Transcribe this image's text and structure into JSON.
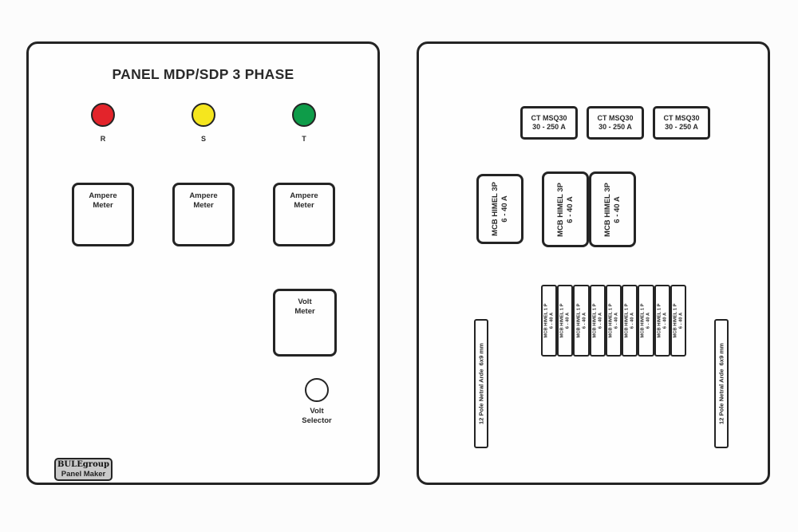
{
  "colors": {
    "line": "#242424",
    "lamp_red": "#e3242b",
    "lamp_yellow": "#f5e61e",
    "lamp_green": "#0e9c49",
    "badge_bg": "#c9c9c9"
  },
  "left_panel": {
    "title": "PANEL MDP/SDP 3 PHASE",
    "indicators": [
      {
        "label": "R",
        "color": "#e3242b"
      },
      {
        "label": "S",
        "color": "#f5e61e"
      },
      {
        "label": "T",
        "color": "#0e9c49"
      }
    ],
    "ampere_meters": [
      {
        "label": "Ampere Meter"
      },
      {
        "label": "Ampere Meter"
      },
      {
        "label": "Ampere Meter"
      }
    ],
    "volt_meter": {
      "label": "Volt Meter"
    },
    "volt_selector": {
      "label": "Volt Selector"
    },
    "maker_badge": {
      "line1": "BULEgroup",
      "line2": "Panel Maker"
    }
  },
  "right_panel": {
    "ct_units": [
      {
        "line1": "CT MSQ30",
        "line2": "30 - 250 A"
      },
      {
        "line1": "CT MSQ30",
        "line2": "30 - 250 A"
      },
      {
        "line1": "CT MSQ30",
        "line2": "30 - 250 A"
      }
    ],
    "mcb_3p_units": [
      {
        "line1": "MCB HIMEL 3P",
        "line2": "6 - 40 A"
      },
      {
        "line1": "MCB HIMEL 3P",
        "line2": "6 - 40 A"
      },
      {
        "line1": "MCB HIMEL 3P",
        "line2": "6 - 40 A"
      }
    ],
    "mcb_1p_units": [
      {
        "line1": "MCB HIMEL 1 P",
        "line2": "6 - 40 A"
      },
      {
        "line1": "MCB HIMEL 1 P",
        "line2": "6 - 40 A"
      },
      {
        "line1": "MCB HIMEL 1 P",
        "line2": "6 - 40 A"
      },
      {
        "line1": "MCB HIMEL 1 P",
        "line2": "6 - 40 A"
      },
      {
        "line1": "MCB HIMEL 1 P",
        "line2": "6 - 40 A"
      },
      {
        "line1": "MCB HIMEL 1 P",
        "line2": "6 - 40 A"
      },
      {
        "line1": "MCB HIMEL 1 P",
        "line2": "6 - 40 A"
      },
      {
        "line1": "MCB HIMEL 1 P",
        "line2": "6 - 40 A"
      },
      {
        "line1": "MCB HIMEL 1 P",
        "line2": "6 - 40 A"
      }
    ],
    "neutral_bars": [
      {
        "label": "12 Pole Netral Arde  6x9 mm"
      },
      {
        "label": "12 Pole Netral Arde  6x9 mm"
      }
    ]
  }
}
